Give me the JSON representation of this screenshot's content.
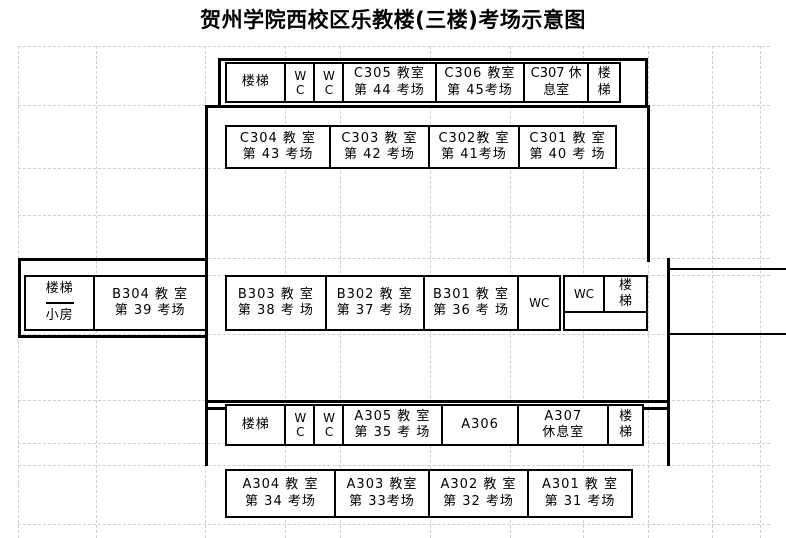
{
  "title": "贺州学院西校区乐教楼(三楼)考场示意图",
  "floor": "三楼",
  "rows": {
    "c_top": {
      "name": "C-wing upper corridor row",
      "rooms": [
        {
          "id": "c-stair-left",
          "lines": [
            "楼梯"
          ],
          "kind": "stair"
        },
        {
          "id": "c-wc-1",
          "lines": [
            "WC"
          ],
          "kind": "wc"
        },
        {
          "id": "c-wc-2",
          "lines": [
            "WC"
          ],
          "kind": "wc"
        },
        {
          "id": "c305",
          "lines": [
            "C305 教室",
            "第 44 考场"
          ],
          "kind": "classroom"
        },
        {
          "id": "c306",
          "lines": [
            "C306 教室",
            "第 45考场"
          ],
          "kind": "classroom"
        },
        {
          "id": "c307",
          "lines": [
            "C307 休",
            "息室"
          ],
          "kind": "rest"
        },
        {
          "id": "c-stair-right",
          "lines": [
            "楼",
            "梯"
          ],
          "kind": "stair"
        }
      ]
    },
    "c_main": {
      "name": "C-wing classroom row",
      "rooms": [
        {
          "id": "c304",
          "lines": [
            "C304 教 室",
            "第 43 考场"
          ],
          "kind": "classroom"
        },
        {
          "id": "c303",
          "lines": [
            "C303 教 室",
            "第 42 考场"
          ],
          "kind": "classroom"
        },
        {
          "id": "c302",
          "lines": [
            "C302教 室",
            "第 41考场"
          ],
          "kind": "classroom"
        },
        {
          "id": "c301",
          "lines": [
            "C301 教 室",
            "第 40 考 场"
          ],
          "kind": "classroom"
        }
      ]
    },
    "b_left": {
      "name": "B-wing left block",
      "rooms": [
        {
          "id": "b-stair-small",
          "lines": [
            "楼梯",
            "小房"
          ],
          "kind": "stair-split"
        },
        {
          "id": "b304",
          "lines": [
            "B304 教 室",
            "第 39 考场"
          ],
          "kind": "classroom"
        }
      ]
    },
    "b_main": {
      "name": "B-wing classroom row",
      "rooms": [
        {
          "id": "b303",
          "lines": [
            "B303 教 室",
            "第 38 考 场"
          ],
          "kind": "classroom"
        },
        {
          "id": "b302",
          "lines": [
            "B302 教 室",
            "第 37 考 场"
          ],
          "kind": "classroom"
        },
        {
          "id": "b301",
          "lines": [
            "B301 教 室",
            "第 36 考 场"
          ],
          "kind": "classroom"
        },
        {
          "id": "b-wc-1",
          "lines": [
            "WC"
          ],
          "kind": "wc"
        }
      ]
    },
    "b_right": {
      "name": "B-wing right stair block",
      "rooms": [
        {
          "id": "b-wc-2",
          "lines": [
            "WC"
          ],
          "kind": "wc"
        },
        {
          "id": "b-stair-right",
          "lines": [
            "楼",
            "梯"
          ],
          "kind": "stair"
        }
      ]
    },
    "a_top": {
      "name": "A-wing upper corridor row",
      "rooms": [
        {
          "id": "a-stair-left",
          "lines": [
            "楼梯"
          ],
          "kind": "stair"
        },
        {
          "id": "a-wc-1",
          "lines": [
            "WC"
          ],
          "kind": "wc"
        },
        {
          "id": "a-wc-2",
          "lines": [
            "WC"
          ],
          "kind": "wc"
        },
        {
          "id": "a305",
          "lines": [
            "A305 教 室",
            "第 35 考 场"
          ],
          "kind": "classroom"
        },
        {
          "id": "a306",
          "lines": [
            "A306"
          ],
          "kind": "room"
        },
        {
          "id": "a307",
          "lines": [
            "A307",
            "休息室"
          ],
          "kind": "rest"
        },
        {
          "id": "a-stair-right",
          "lines": [
            "楼",
            "梯"
          ],
          "kind": "stair"
        }
      ]
    },
    "a_main": {
      "name": "A-wing classroom row",
      "rooms": [
        {
          "id": "a304",
          "lines": [
            "A304 教 室",
            "第 34 考场"
          ],
          "kind": "classroom"
        },
        {
          "id": "a303",
          "lines": [
            "A303 教室",
            "第 33考场"
          ],
          "kind": "classroom"
        },
        {
          "id": "a302",
          "lines": [
            "A302 教 室",
            "第 32 考场"
          ],
          "kind": "classroom"
        },
        {
          "id": "a301",
          "lines": [
            "A301 教 室",
            "第 31 考场"
          ],
          "kind": "classroom"
        }
      ]
    }
  },
  "colors": {
    "wall": "#000000",
    "grid": "#cfcfcf",
    "background": "#ffffff"
  }
}
